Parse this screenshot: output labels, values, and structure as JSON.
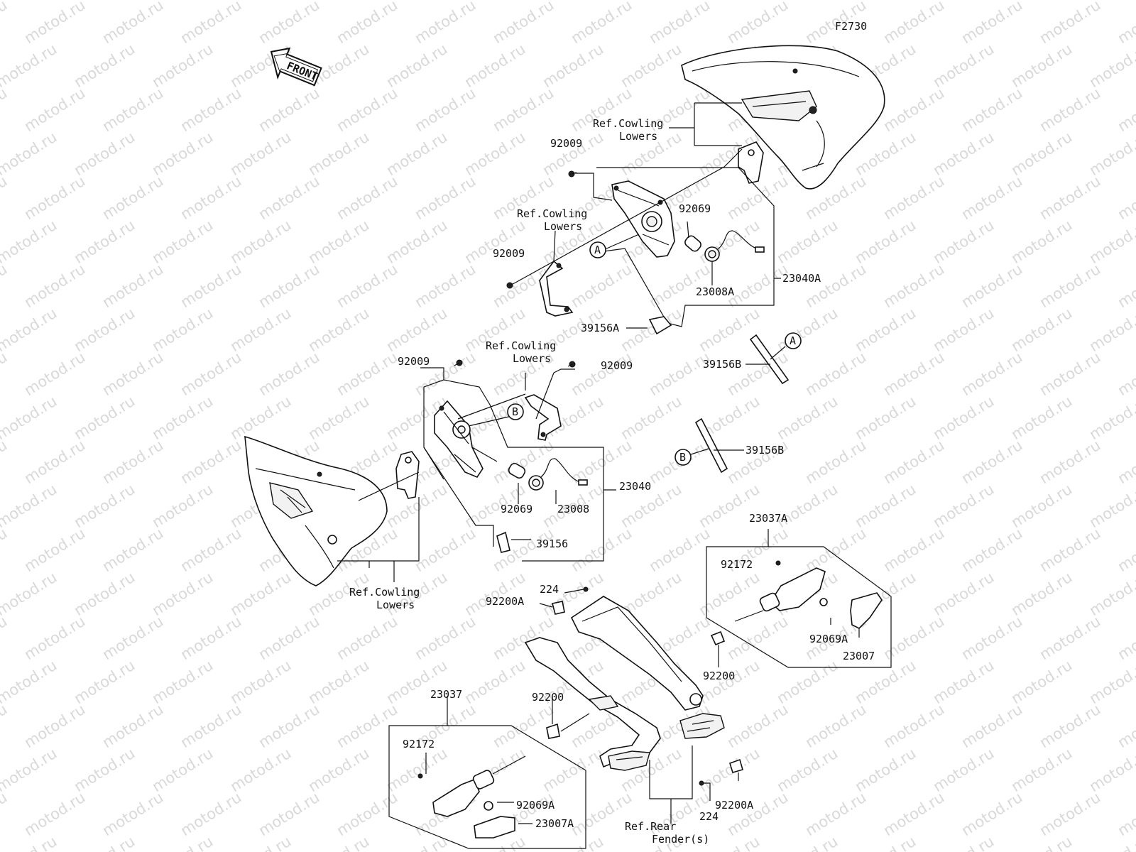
{
  "diagram_id": "F2730",
  "front_label": "FRONT",
  "watermark_text": "motod.ru",
  "labels": {
    "ref_cowling_lowers_line1": "Ref.Cowling",
    "ref_cowling_lowers_line2": "Lowers",
    "ref_rear_fender_line1": "Ref.Rear",
    "ref_rear_fender_line2": "Fender(s)",
    "circle_a": "A",
    "circle_b": "B"
  },
  "part_numbers": {
    "p92009": "92009",
    "p92069": "92069",
    "p23040A": "23040A",
    "p23008A": "23008A",
    "p39156A": "39156A",
    "p39156B": "39156B",
    "p23040": "23040",
    "p23008": "23008",
    "p39156": "39156",
    "p23037A": "23037A",
    "p92172": "92172",
    "p224": "224",
    "p92200A": "92200A",
    "p92069A": "92069A",
    "p23007": "23007",
    "p92200": "92200",
    "p23037": "23037",
    "p23007A": "23007A"
  }
}
